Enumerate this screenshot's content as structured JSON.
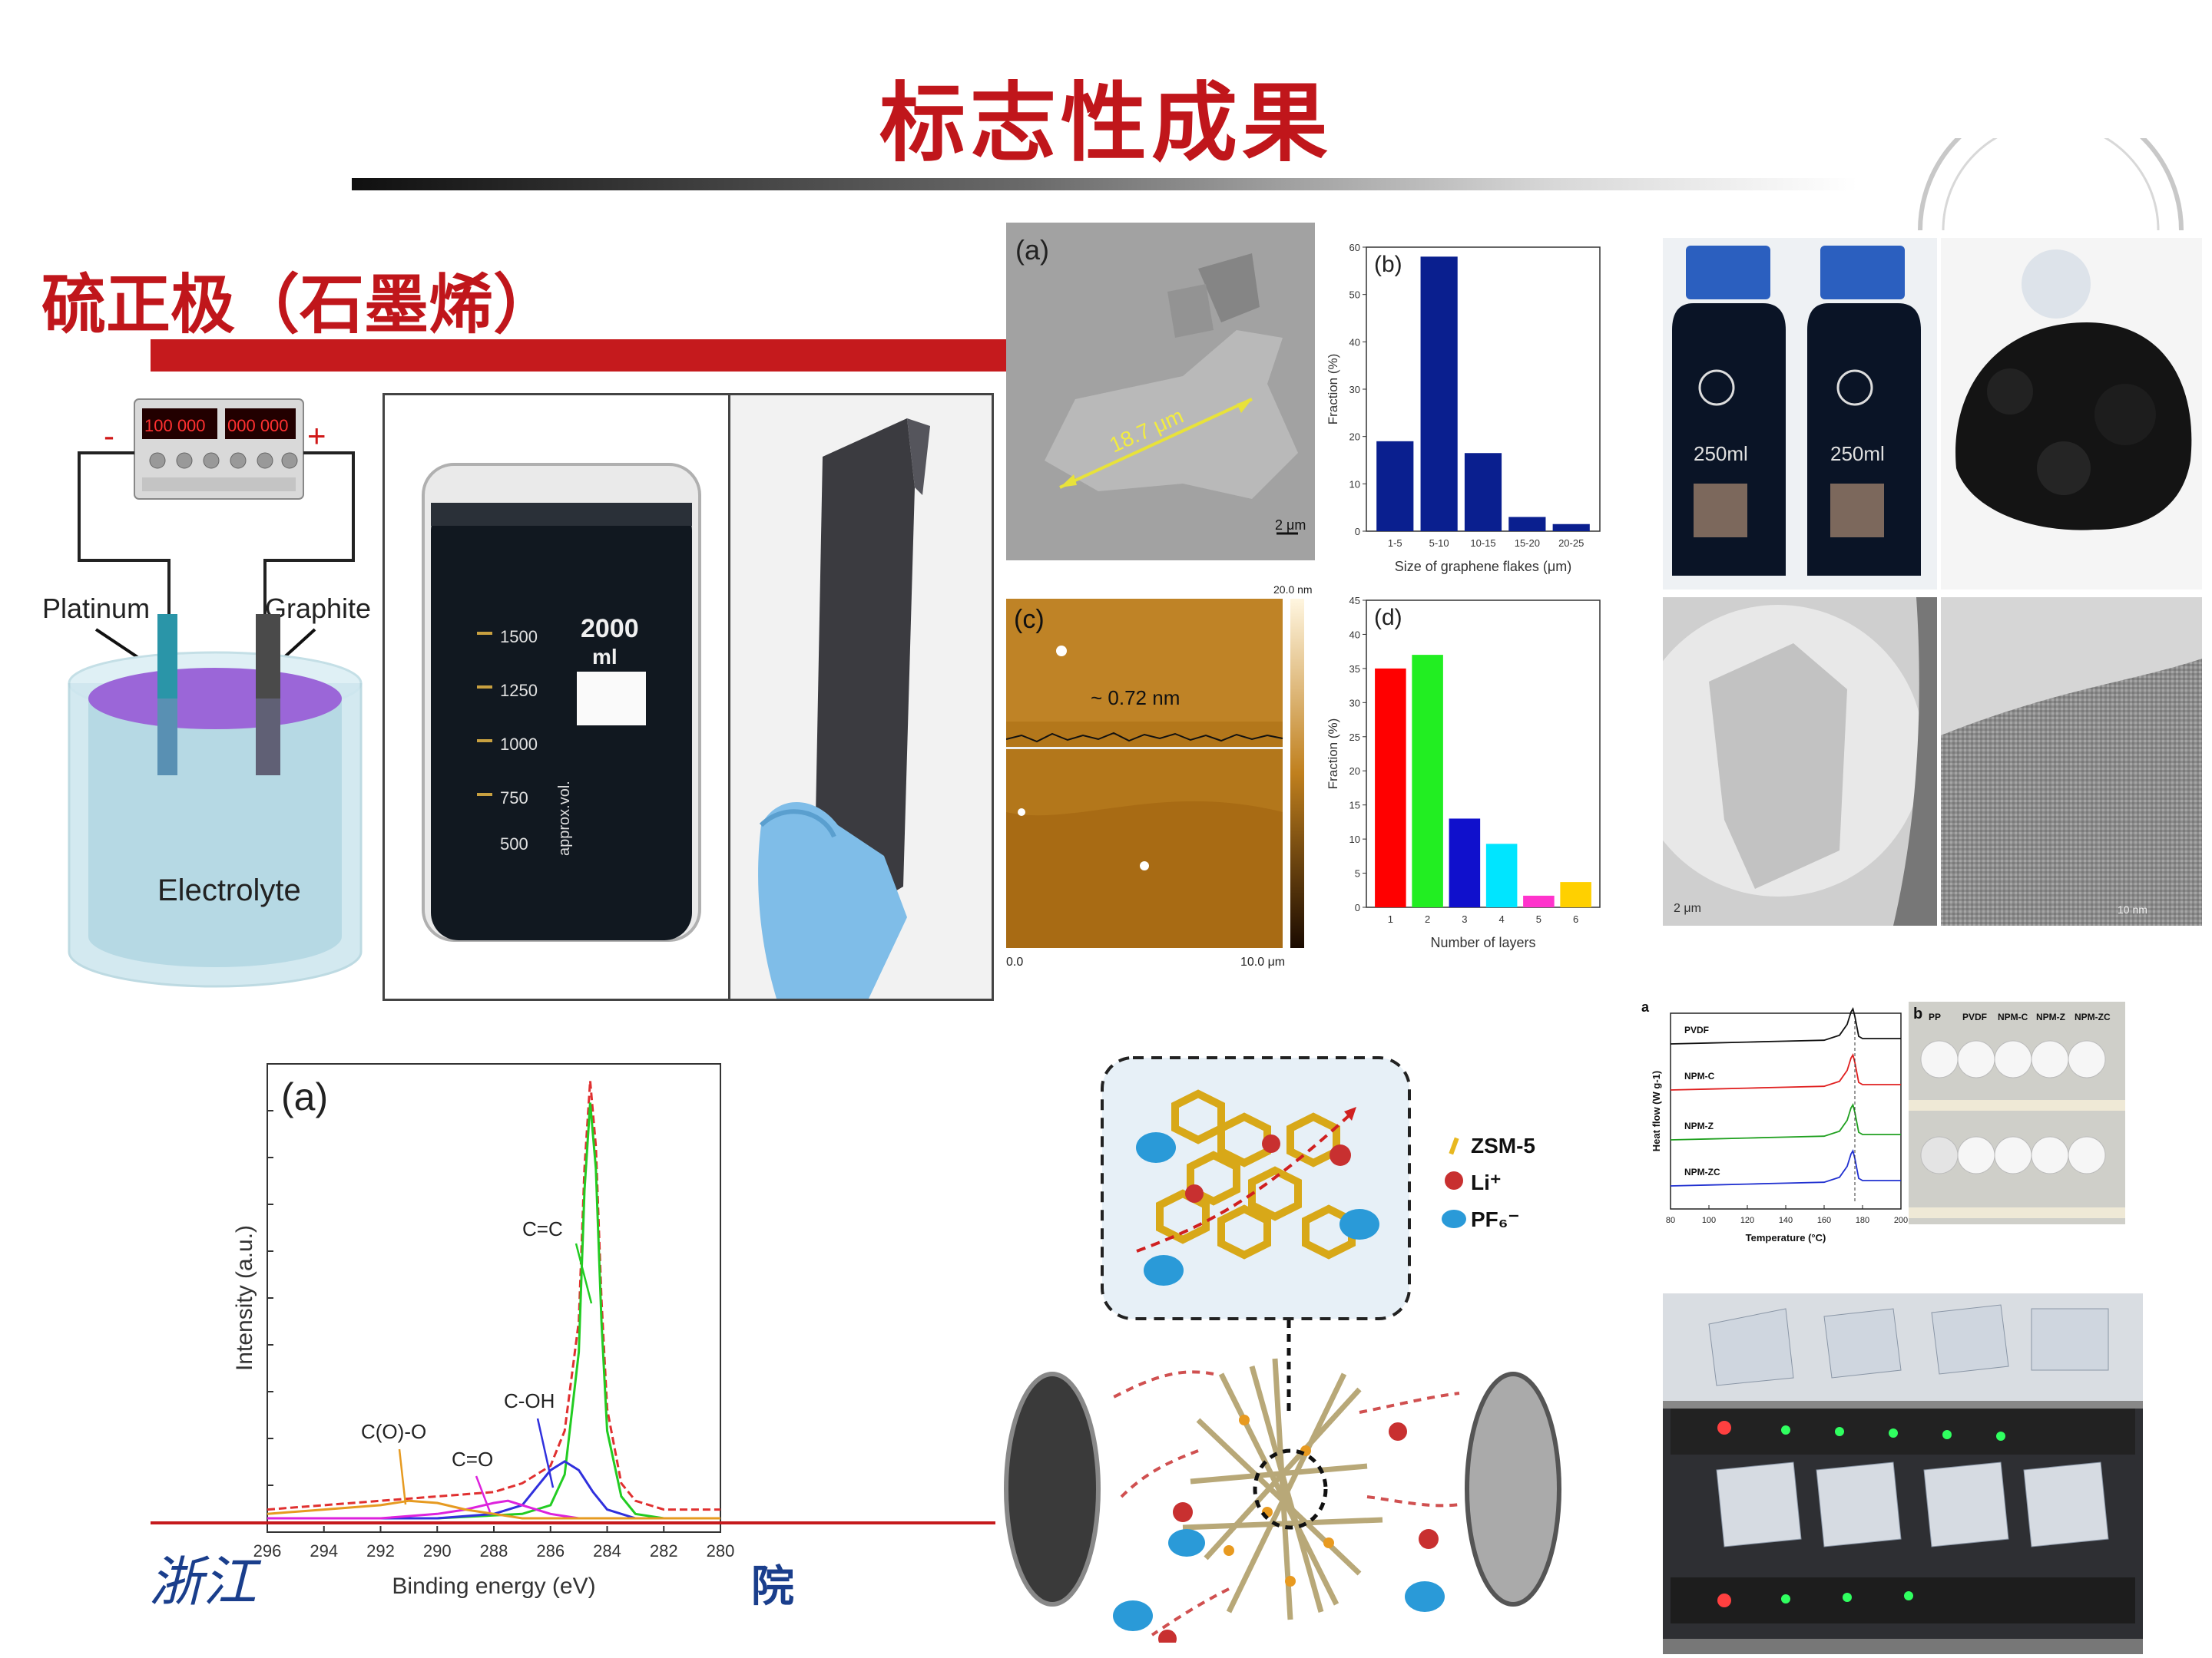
{
  "header": {
    "title": "标志性成果"
  },
  "section": {
    "subtitle": "硫正极（石墨烯）"
  },
  "footer": {
    "logo_text": "浙江",
    "right_text": "院"
  },
  "cell_diagram": {
    "minus": "-",
    "plus": "+",
    "electrode_left": "Platinum",
    "electrode_right": "Graphite",
    "electrolyte": "Electrolyte",
    "display_left": "100 000",
    "display_right": "000 000"
  },
  "beaker": {
    "volume": "2000",
    "unit": "ml",
    "marks": [
      "1500",
      "1250",
      "1000",
      "750",
      "500"
    ],
    "side_text": "approx.vol."
  },
  "sem_panel": {
    "label": "(a)",
    "measure": "18.7 μm",
    "scale": "2 μm"
  },
  "afm_panel": {
    "label": "(c)",
    "measure": "~ 0.72 nm",
    "top_scale": "20.0 nm",
    "x_start": "0.0",
    "x_end": "10.0 μm"
  },
  "bottles": {
    "volume": "250ml"
  },
  "tem_panel": {
    "scale": "2 μm",
    "scale2": "10 nm"
  },
  "colors": {
    "accent_red": "#c0161b",
    "navy": "#1a3e8c"
  },
  "chart_data": [
    {
      "type": "bar",
      "panel_label": "(b)",
      "categories": [
        "1-5",
        "5-10",
        "10-15",
        "15-20",
        "20-25"
      ],
      "values": [
        19,
        58,
        16.5,
        3,
        1.5
      ],
      "xlabel": "Size of graphene flakes (μm)",
      "ylabel": "Fraction (%)",
      "ylim": [
        0,
        60
      ],
      "yticks": [
        "0",
        "10",
        "20",
        "30",
        "40",
        "50",
        "60"
      ],
      "color": "#0a1f8f"
    },
    {
      "type": "bar",
      "panel_label": "(d)",
      "categories": [
        "1",
        "2",
        "3",
        "4",
        "5",
        "6"
      ],
      "values": [
        35,
        37,
        13,
        9.3,
        1.7,
        3.7
      ],
      "colors": [
        "#ff0000",
        "#22ee22",
        "#1010cc",
        "#00e5ff",
        "#ff33cc",
        "#ffd000"
      ],
      "xlabel": "Number of layers",
      "ylabel": "Fraction (%)",
      "ylim": [
        0,
        45
      ],
      "yticks": [
        "0",
        "5",
        "10",
        "15",
        "20",
        "25",
        "30",
        "35",
        "40",
        "45"
      ]
    },
    {
      "type": "line",
      "panel_label": "(a)",
      "xlabel": "Binding energy (eV)",
      "ylabel": "Intensity (a.u.)",
      "xlim": [
        296,
        280
      ],
      "xticks": [
        "296",
        "294",
        "292",
        "290",
        "288",
        "286",
        "284",
        "282",
        "280"
      ],
      "annotations": [
        "C=C",
        "C-OH",
        "C=O",
        "C(O)-O"
      ],
      "series": [
        {
          "color": "#e03030",
          "x": [
            296,
            292,
            290,
            288,
            287,
            286,
            285.5,
            285,
            284.8,
            284.6,
            284.4,
            284.2,
            284,
            283.5,
            283,
            282,
            280
          ],
          "y": [
            0.02,
            0.04,
            0.05,
            0.06,
            0.08,
            0.12,
            0.2,
            0.45,
            0.8,
            1.0,
            0.85,
            0.5,
            0.25,
            0.08,
            0.04,
            0.02,
            0.02
          ]
        },
        {
          "color": "#22cc22",
          "x": [
            296,
            290,
            287,
            286,
            285.5,
            285,
            284.8,
            284.6,
            284.4,
            284.2,
            284,
            283.5,
            283,
            282,
            280
          ],
          "y": [
            0,
            0,
            0.01,
            0.03,
            0.1,
            0.38,
            0.75,
            0.95,
            0.8,
            0.45,
            0.2,
            0.05,
            0.01,
            0,
            0
          ]
        },
        {
          "color": "#3030dd",
          "x": [
            296,
            290,
            288,
            287,
            286.5,
            286,
            285.5,
            285,
            284.5,
            284,
            283,
            282,
            280
          ],
          "y": [
            0,
            0,
            0.01,
            0.03,
            0.07,
            0.11,
            0.13,
            0.11,
            0.06,
            0.02,
            0,
            0,
            0
          ]
        },
        {
          "color": "#dd22dd",
          "x": [
            296,
            292,
            290,
            289,
            288,
            287.5,
            287,
            286,
            285,
            284,
            282,
            280
          ],
          "y": [
            0,
            0,
            0.01,
            0.02,
            0.035,
            0.04,
            0.03,
            0.01,
            0,
            0,
            0,
            0
          ]
        },
        {
          "color": "#e69a20",
          "x": [
            296,
            294,
            292,
            291,
            290,
            289,
            288,
            287,
            286,
            285,
            284,
            282,
            280
          ],
          "y": [
            0.01,
            0.02,
            0.03,
            0.04,
            0.035,
            0.02,
            0.01,
            0,
            0,
            0,
            0,
            0,
            0
          ]
        }
      ]
    },
    {
      "type": "line",
      "panel_label": "a",
      "xlabel": "Temperature (°C)",
      "ylabel": "Heat flow (W g-1)",
      "xlim": [
        80,
        200
      ],
      "xticks": [
        "80",
        "100",
        "120",
        "140",
        "160",
        "180",
        "200"
      ],
      "series": [
        {
          "name": "PVDF",
          "color": "#111111"
        },
        {
          "name": "NPM-C",
          "color": "#e02020"
        },
        {
          "name": "NPM-Z",
          "color": "#20a020"
        },
        {
          "name": "NPM-ZC",
          "color": "#2030d0"
        }
      ]
    }
  ],
  "membranes": {
    "label": "b",
    "names": [
      "PP",
      "PVDF",
      "NPM-C",
      "NPM-Z",
      "NPM-ZC"
    ]
  },
  "zsm_diagram": {
    "legend": [
      {
        "label": "ZSM-5",
        "color": "#e8b820"
      },
      {
        "label": "Li⁺",
        "color": "#c83030"
      },
      {
        "label": "PF₆⁻",
        "color": "#2a9ad8"
      }
    ],
    "li_mark": "Li⁺",
    "pf_mark": "PF₆"
  }
}
